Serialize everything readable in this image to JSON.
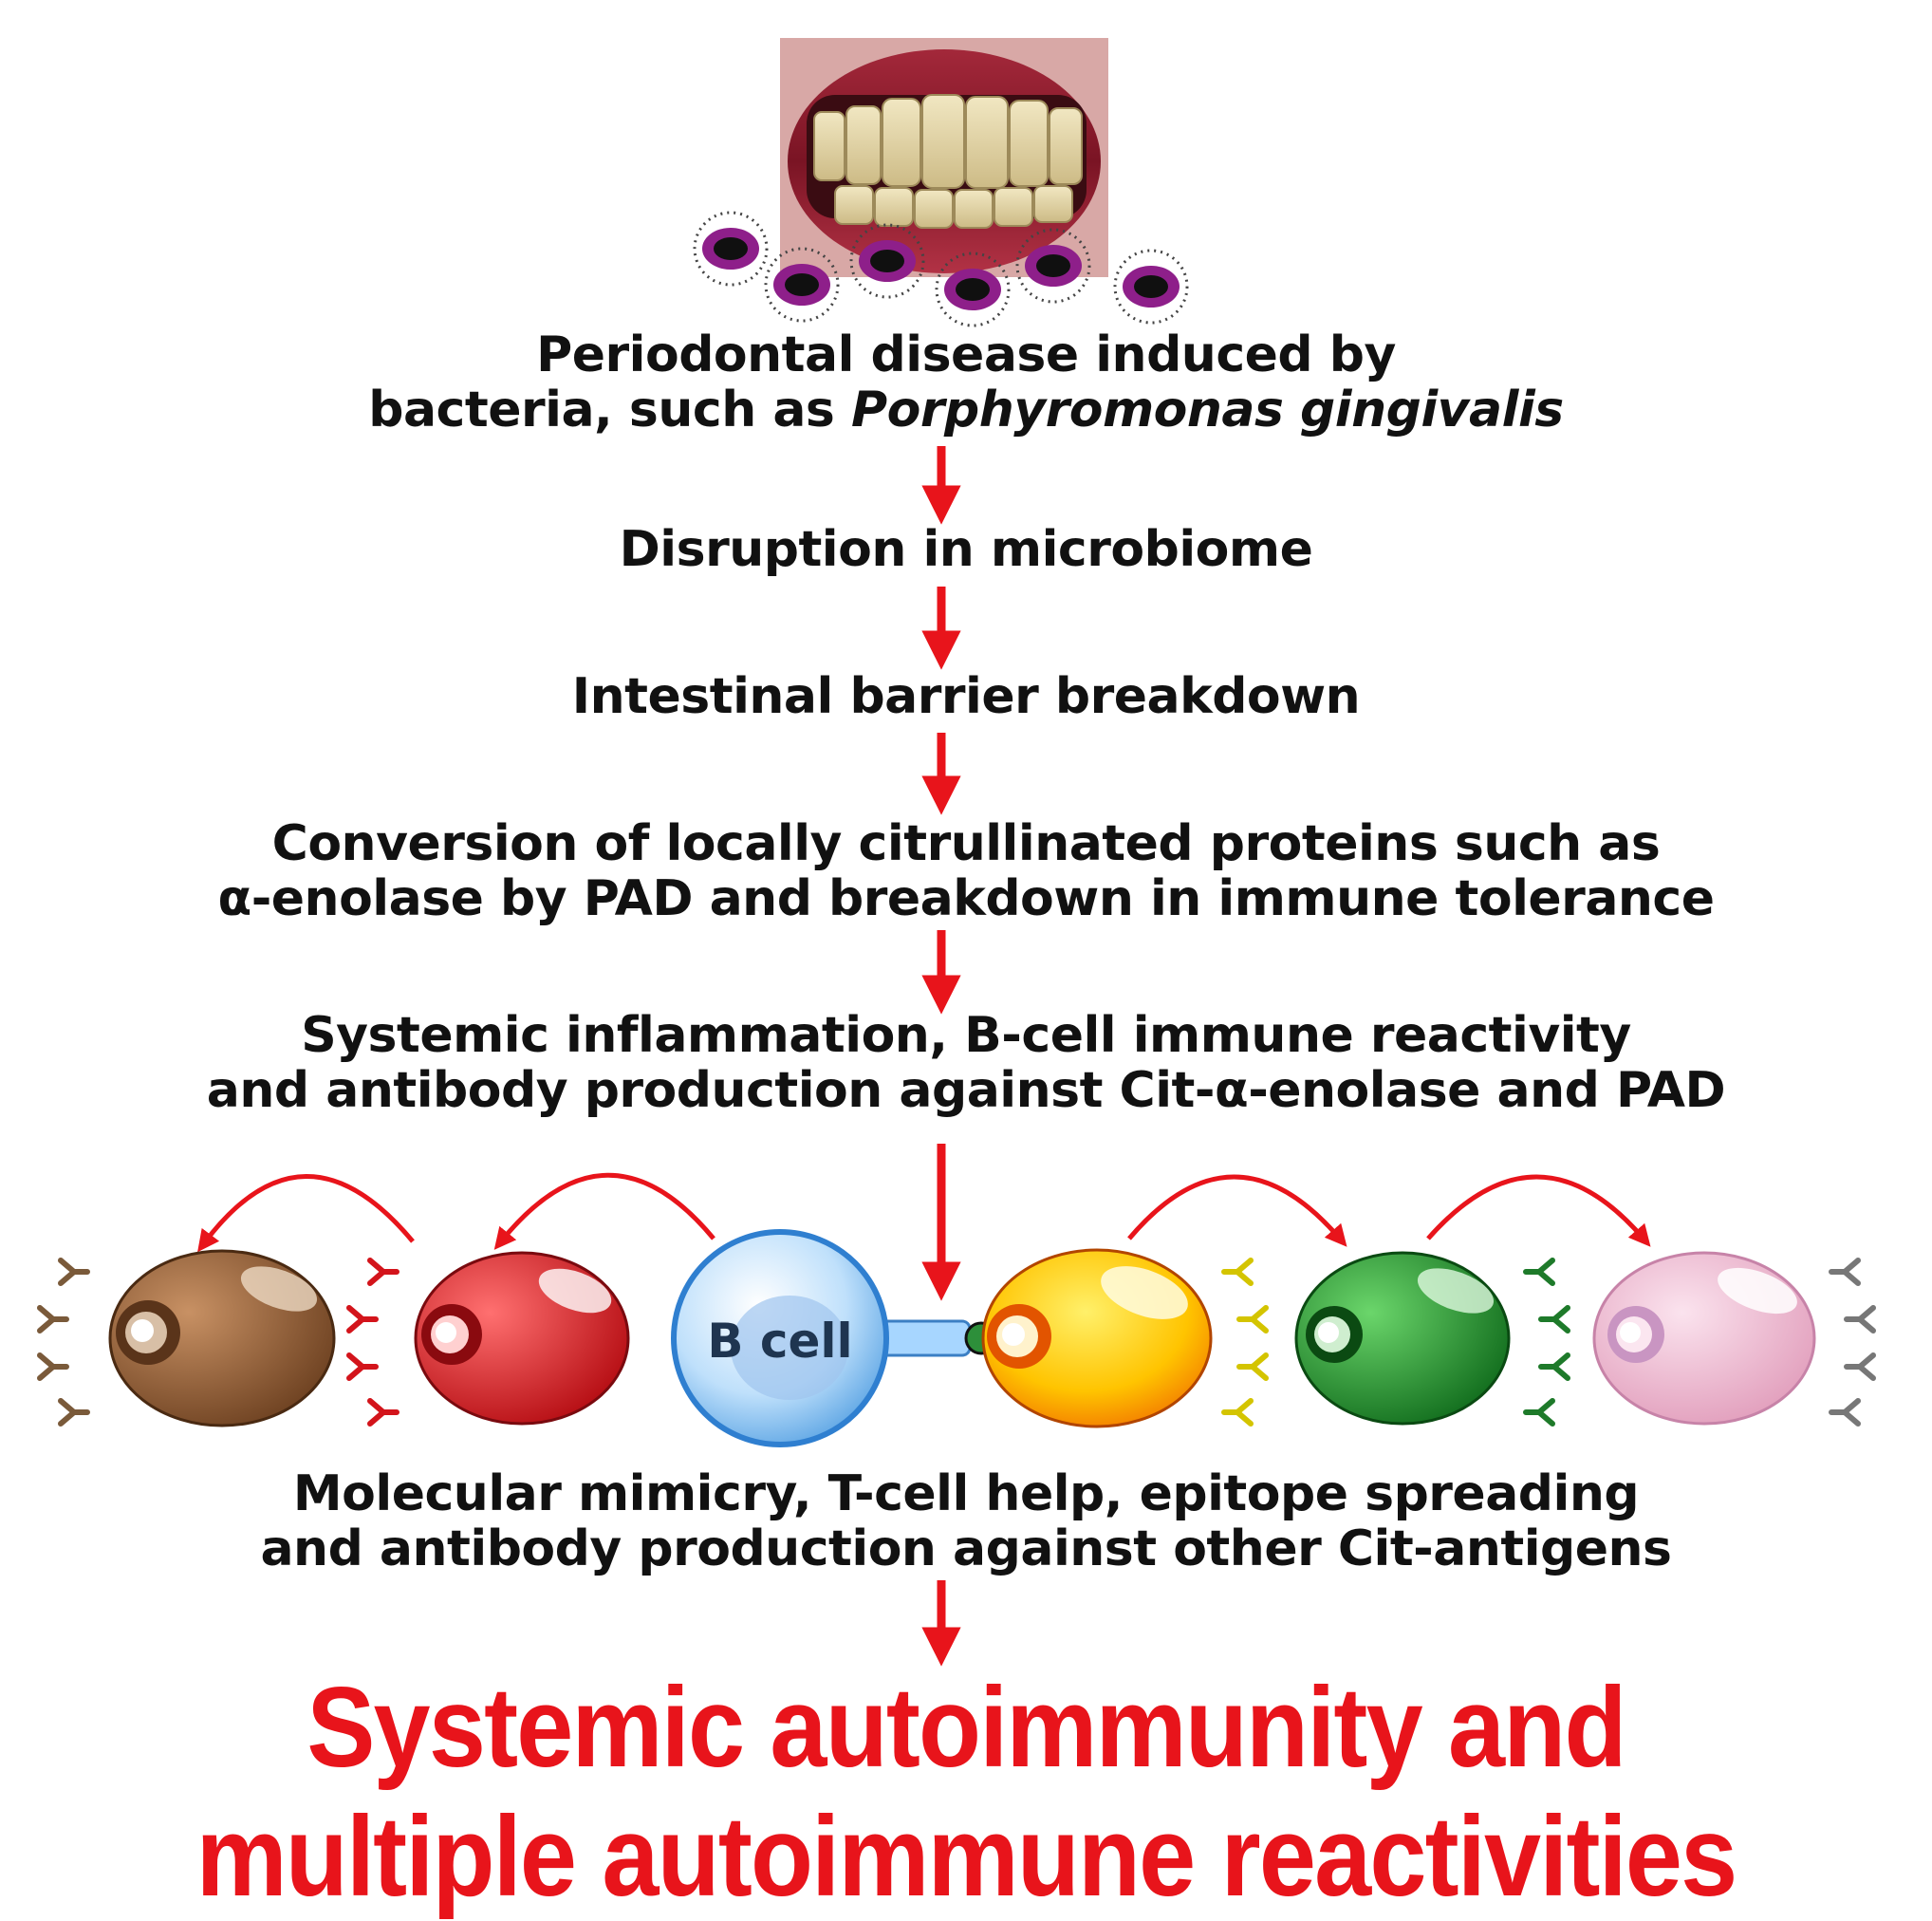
{
  "steps": [
    {
      "line1": "Periodontal disease induced by",
      "line2_plain": "bacteria, such as ",
      "line2_italic": "Porphyromonas gingivalis"
    },
    {
      "line1": "Disruption in microbiome"
    },
    {
      "line1": "Intestinal barrier breakdown"
    },
    {
      "line1": "Conversion of locally citrullinated proteins such as",
      "line2": "α-enolase by PAD and breakdown in immune tolerance"
    },
    {
      "line1": "Systemic inflammation, B-cell immune reactivity",
      "line2": "and antibody production against Cit-α-enolase and PAD"
    },
    {
      "line1": "Molecular mimicry, T-cell help, epitope spreading",
      "line2": "and antibody production against other Cit-antigens"
    }
  ],
  "b_cell_label": "B cell",
  "conclusion": {
    "line1": "Systemic autoimmunity and",
    "line2": "multiple autoimmune reactivities"
  },
  "colors": {
    "arrow": "#e8141b",
    "conclusion_text": "#e8141b",
    "cell_brown": "#8a5a34",
    "cell_red": "#e3161c",
    "cell_blue": "#5aa6e4",
    "cell_yellow": "#f5b700",
    "cell_green": "#1f8a2a",
    "cell_pink": "#efb6cf"
  }
}
